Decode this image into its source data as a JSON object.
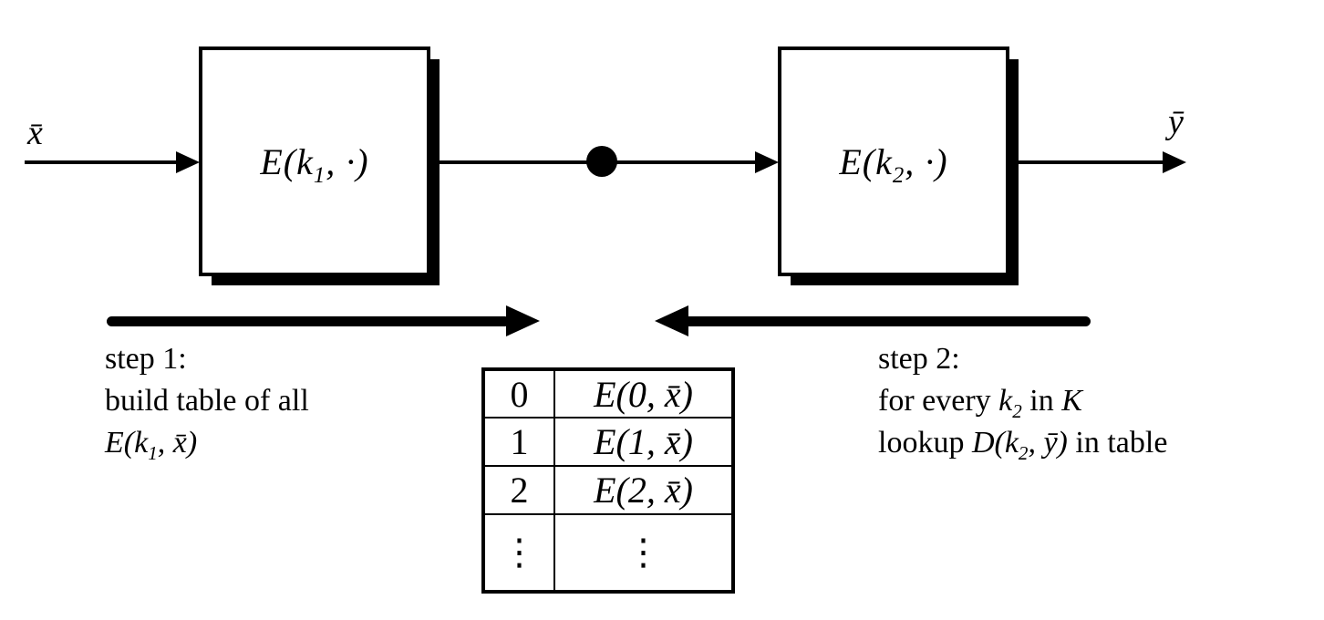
{
  "io": {
    "input_label": "x̄",
    "output_label": "ȳ"
  },
  "boxes": [
    {
      "pre": "E(k",
      "sub": "1",
      "post": ", ·)"
    },
    {
      "pre": "E(k",
      "sub": "2",
      "post": ", ·)"
    }
  ],
  "steps": {
    "step1": {
      "title": "step 1:",
      "line2": "build table of all",
      "formula": {
        "pre": "E(k",
        "sub": "1",
        "post": ", x̄)"
      }
    },
    "step2": {
      "title": "step 2:",
      "line2_prefix": "for every ",
      "key": {
        "pre": "k",
        "sub": "2"
      },
      "line2_mid": " in ",
      "keyspace": "K",
      "line3_prefix": "lookup ",
      "formula": {
        "pre": "D(k",
        "sub": "2",
        "post": ", ȳ)"
      },
      "line3_suffix": " in table"
    }
  },
  "table": {
    "rows": [
      [
        "0",
        "E(0, x̄)"
      ],
      [
        "1",
        "E(1, x̄)"
      ],
      [
        "2",
        "E(2, x̄)"
      ],
      [
        "⋮",
        "⋮"
      ]
    ]
  },
  "colors": {
    "ink": "#000000",
    "background": "#ffffff"
  }
}
